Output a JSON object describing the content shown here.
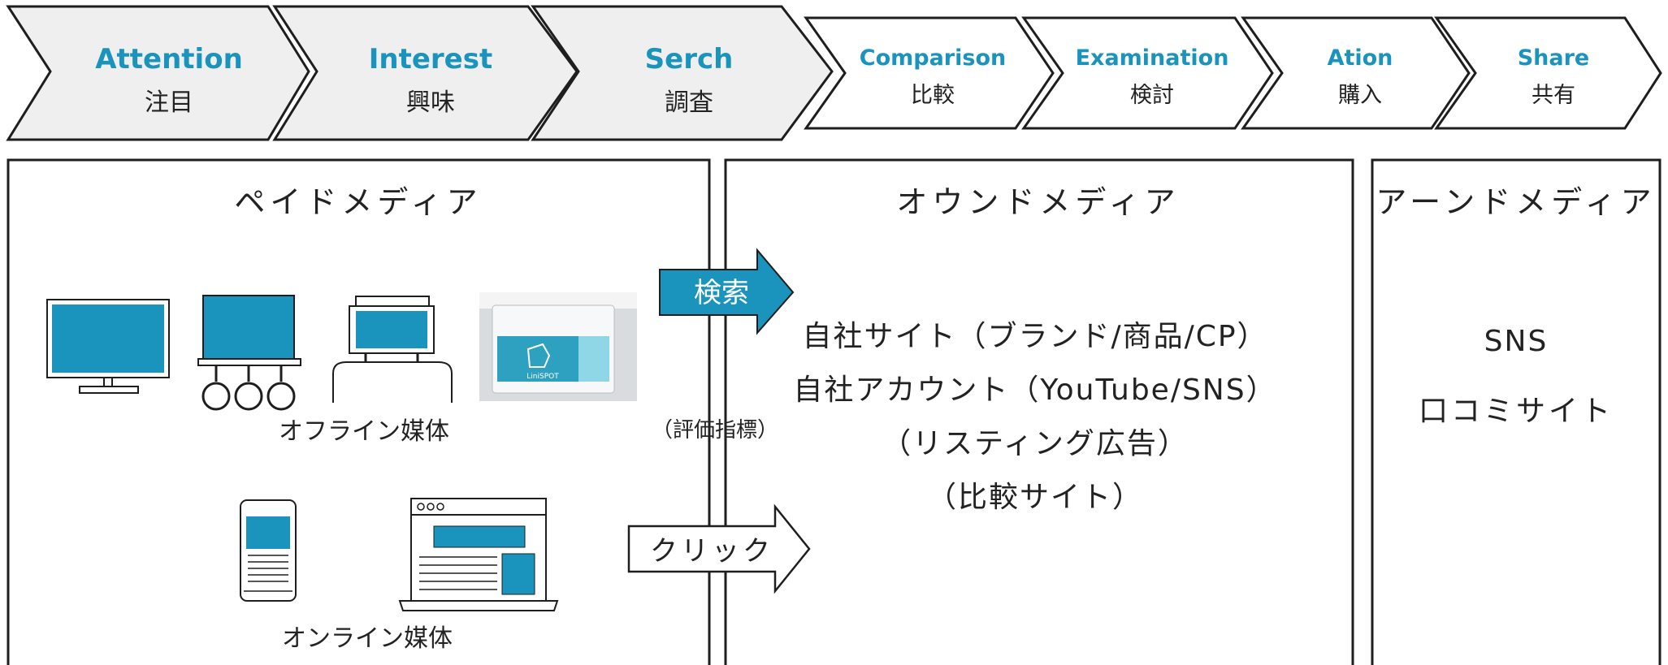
{
  "funnel": [
    {
      "en": "Attention",
      "ja": "注目",
      "size": "large"
    },
    {
      "en": "Interest",
      "ja": "興味",
      "size": "large"
    },
    {
      "en": "Serch",
      "ja": "調査",
      "size": "large"
    },
    {
      "en": "Comparison",
      "ja": "比較",
      "size": "small"
    },
    {
      "en": "Examination",
      "ja": "検討",
      "size": "small"
    },
    {
      "en": "Ation",
      "ja": "購入",
      "size": "small"
    },
    {
      "en": "Share",
      "ja": "共有",
      "size": "small"
    }
  ],
  "paid": {
    "title": "ペイドメディア",
    "offline_label": "オフライン媒体",
    "online_label": "オンライン媒体",
    "offline_icons": [
      "tv-icon",
      "train-monitor-icon",
      "desk-monitor-icon",
      "digital-signage-photo"
    ],
    "online_icons": [
      "smartphone-icon",
      "laptop-icon"
    ],
    "signage_brand": "LiniSPOT"
  },
  "arrows": {
    "search_label": "検索",
    "click_label": "クリック",
    "metric_label": "（評価指標）"
  },
  "owned": {
    "title": "オウンドメディア",
    "items": [
      "自社サイト（ブランド/商品/CP）",
      "自社アカウント（YouTube/SNS）",
      "（リスティング広告）",
      "（比較サイト）"
    ]
  },
  "earned": {
    "title": "アーンドメディア",
    "items": [
      "SNS",
      "口コミサイト"
    ]
  },
  "colors": {
    "accent": "#1a93bd",
    "chevron_fill_large": "#efefef",
    "line": "#1e1e1e"
  }
}
